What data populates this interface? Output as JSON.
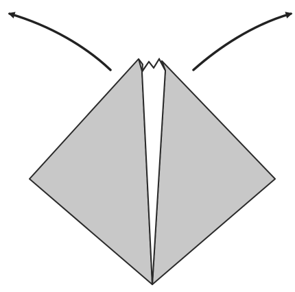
{
  "diagram": {
    "kind": "origami-fold-step",
    "colors": {
      "background": "#ffffff",
      "paper_fill": "#c8c8c8",
      "paper_inner": "#ffffff",
      "stroke": "#2a2a2a",
      "arrow": "#222222"
    },
    "arrows": [
      {
        "name": "left-unfold-arrow",
        "direction": "up-left"
      },
      {
        "name": "right-unfold-arrow",
        "direction": "up-right"
      }
    ]
  }
}
